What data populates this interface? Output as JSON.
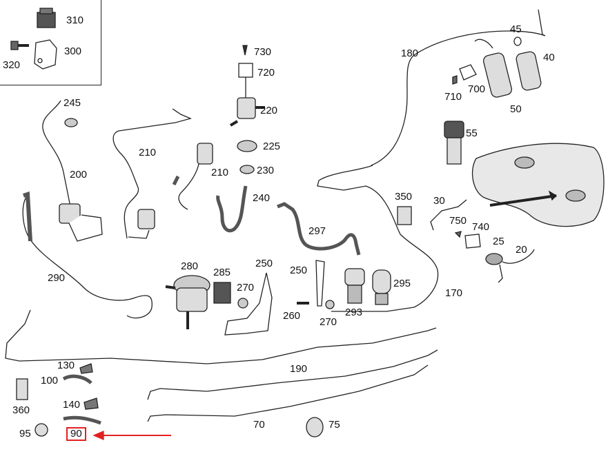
{
  "diagram": {
    "highlight_color": "#e32020",
    "line_color": "#222222",
    "highlighted_part": "90",
    "parts": [
      "310",
      "300",
      "320",
      "730",
      "720",
      "220",
      "225",
      "230",
      "210",
      "210",
      "240",
      "245",
      "200",
      "290",
      "180",
      "45",
      "40",
      "710",
      "700",
      "50",
      "55",
      "30",
      "750",
      "740",
      "25",
      "20",
      "350",
      "297",
      "280",
      "285",
      "270",
      "250",
      "250",
      "260",
      "270",
      "293",
      "295",
      "170",
      "190",
      "130",
      "100",
      "360",
      "140",
      "95",
      "90",
      "70",
      "75"
    ]
  }
}
